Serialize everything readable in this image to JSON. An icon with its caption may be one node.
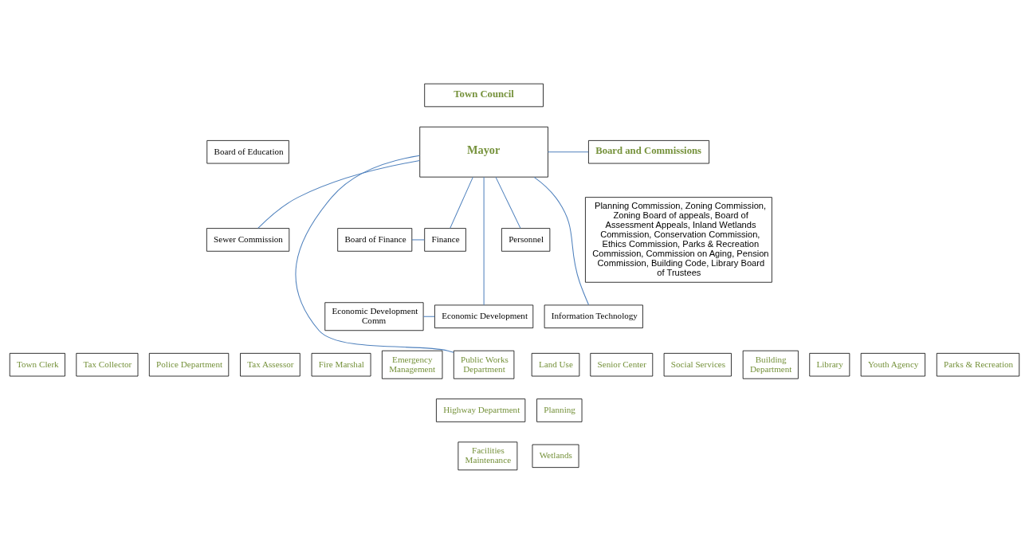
{
  "diagram": {
    "nodes": [
      {
        "text": [
          "Town Council"
        ]
      },
      {
        "text": [
          "Board of Education"
        ]
      },
      {
        "text": [
          "Sewer Commission"
        ]
      },
      {
        "text": [
          "Mayor"
        ]
      },
      {
        "text": [
          "Board and Commissions"
        ]
      },
      {
        "text": [
          "Planning Commission, Zoning Commission, Zoning Board of appeals, Board of Assessment Appeals, Inland Wetlands Commission, Conservation Commission, Ethics Commission, Parks & Recreation Commission, Commission on Aging, Pension Commission, Building Code, Library Board of Trustees"
        ]
      },
      {
        "text": [
          "Board of Finance"
        ]
      },
      {
        "text": [
          "Finance"
        ]
      },
      {
        "text": [
          "Personnel"
        ]
      },
      {
        "text": [
          "Economic Development Comm"
        ]
      },
      {
        "text": [
          "Economic Development"
        ]
      },
      {
        "text": [
          "Information Technology"
        ]
      },
      {
        "text": [
          "Town Clerk"
        ]
      },
      {
        "text": [
          "Tax Collector"
        ]
      },
      {
        "text": [
          "Police Department"
        ]
      },
      {
        "text": [
          "Tax Assessor"
        ]
      },
      {
        "text": [
          "Fire Marshal"
        ]
      },
      {
        "text": [
          "Emergency Management"
        ]
      },
      {
        "text": [
          "Public Works Department"
        ]
      },
      {
        "text": [
          "Land Use"
        ]
      },
      {
        "text": [
          "Senior Center"
        ]
      },
      {
        "text": [
          "Social Services"
        ]
      },
      {
        "text": [
          "Building Department"
        ]
      },
      {
        "text": [
          "Library"
        ]
      },
      {
        "text": [
          "Youth Agency"
        ]
      },
      {
        "text": [
          "Parks & Recreation"
        ]
      },
      {
        "text": [
          "Highway Department"
        ]
      },
      {
        "text": [
          "Planning"
        ]
      },
      {
        "text": [
          "Facilities Maintenance"
        ]
      },
      {
        "text": [
          "Wetlands"
        ]
      }
    ],
    "edges": [
      {
        "from": 2,
        "to": 3,
        "arrow": "none"
      },
      {
        "from": 3,
        "to": 4,
        "arrow": "none"
      },
      {
        "from": 3,
        "to": 7,
        "arrow": "none"
      },
      {
        "from": 3,
        "to": 8,
        "arrow": "none"
      },
      {
        "from": 3,
        "to": 10,
        "arrow": "none"
      },
      {
        "from": 3,
        "to": 11,
        "arrow": "none"
      },
      {
        "from": 6,
        "to": 7,
        "arrow": "none"
      },
      {
        "from": 9,
        "to": 10,
        "arrow": "none"
      },
      {
        "from": 3,
        "to": 18,
        "arrow": "none"
      }
    ]
  }
}
